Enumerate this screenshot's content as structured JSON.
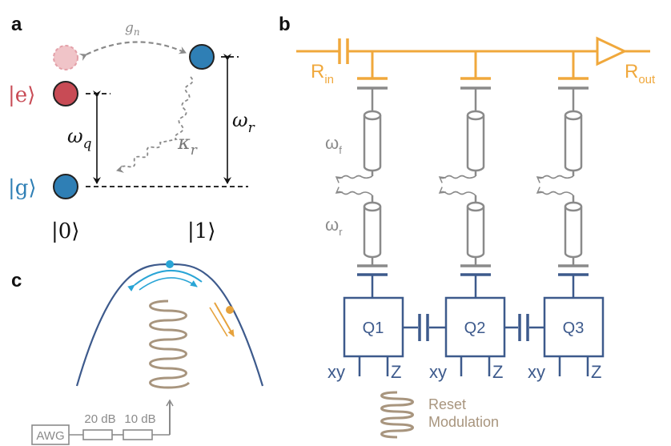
{
  "panels": {
    "a": "a",
    "b": "b",
    "c": "c"
  },
  "panel_a": {
    "coupling_label": "g",
    "coupling_sub": "n",
    "excited_label": "|e⟩",
    "ground_label": "|g⟩",
    "omega_q": "ω",
    "omega_q_sub": "q",
    "omega_r": "ω",
    "omega_r_sub": "r",
    "kappa_r": "κ",
    "kappa_r_sub": "r",
    "resonator_0": "|0⟩",
    "resonator_1": "|1⟩",
    "colors": {
      "excited": "#c84b55",
      "ground": "#2f7fb5",
      "ghost": "#f0c4c8",
      "arrow": "#8a8a8a"
    }
  },
  "panel_b": {
    "r_in": "R",
    "r_in_sub": "in",
    "r_out": "R",
    "r_out_sub": "out",
    "omega_f": "ω",
    "omega_f_sub": "f",
    "omega_r": "ω",
    "omega_r_sub": "r",
    "qubits": [
      "Q1",
      "Q2",
      "Q3"
    ],
    "xy_label": "xy",
    "z_label": "Z",
    "colors": {
      "feedline": "#f0a83c",
      "filter": "#8a8a8a",
      "qubit": "#3d5a8c"
    }
  },
  "panel_c": {
    "awg_label": "AWG",
    "att1": "20 dB",
    "att2": "10 dB",
    "reset_line1": "Reset",
    "reset_line2": "Modulation",
    "colors": {
      "parabola": "#3d5a8c",
      "drive": "#a8957e",
      "blue_arrow": "#2aa5d6",
      "orange_arrow": "#e6a23c"
    }
  }
}
